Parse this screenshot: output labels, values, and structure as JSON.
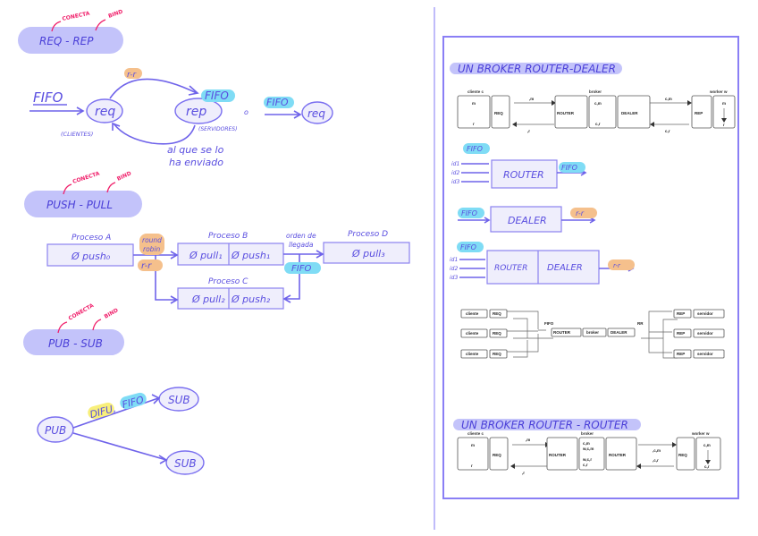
{
  "left": {
    "reqrep": {
      "title": "REQ - REP",
      "annot_connect": "CONECTA",
      "annot_bind": "BIND",
      "fifo_in": "FIFO",
      "req": "req",
      "rep": "rep",
      "req2": "req",
      "rr": "r-r",
      "fifo_rep": "FIFO",
      "fifo_out": "FIFO",
      "or": "o",
      "clientes": "(CLIENTES)",
      "servidores": "(SERVIDORES)",
      "note_line1": "al que se lo",
      "note_line2": "ha enviado"
    },
    "pushpull": {
      "title": "PUSH - PULL",
      "annot_connect": "CONECTA",
      "annot_bind": "BIND",
      "proc_a": "Proceso A",
      "proc_b": "Proceso B",
      "proc_c": "Proceso C",
      "proc_d": "Proceso D",
      "a_push": "Ø push₀",
      "b_pull": "Ø pull₁",
      "b_push": "Ø push₁",
      "c_pull": "Ø pull₂",
      "c_push": "Ø push₂",
      "d_pull": "Ø pull₃",
      "round_robin_1": "round",
      "round_robin_2": "robin",
      "rr": "r-r",
      "orden_1": "orden de",
      "orden_2": "llegada",
      "fifo": "FIFO"
    },
    "pubsub": {
      "title": "PUB - SUB",
      "annot_connect": "CONECTA",
      "annot_bind": "BIND",
      "pub": "PUB",
      "sub1": "SUB",
      "sub2": "SUB",
      "difu": "DIFU,",
      "fifo": "FIFO"
    }
  },
  "right": {
    "router_dealer": {
      "title": "UN BROKER ROUTER-DEALER",
      "cliente": "cliente c",
      "broker": "broker",
      "worker": "worker w",
      "m": "m",
      "r": "r",
      "req": "REQ",
      "router": "ROUTER",
      "dealer": "DEALER",
      "rep": "REP",
      "c_m": "c,m",
      "c_r": "c,r",
      "arrow_m": ",m",
      "arrow_r": ",r"
    },
    "router_sketch": {
      "fifo_in": "FIFO",
      "ids": [
        "id1",
        "id2",
        "id3"
      ],
      "router": "ROUTER",
      "fifo_out": "FIFO"
    },
    "dealer_sketch": {
      "fifo_in": "FIFO",
      "dealer": "DEALER",
      "rr": "r-r"
    },
    "combo_sketch": {
      "fifo_in": "FIFO",
      "ids": [
        "id1",
        "id2",
        "id3"
      ],
      "router": "ROUTER",
      "dealer": "DEALER",
      "rr": "r-r"
    },
    "topology": {
      "clients": [
        "cliente",
        "cliente",
        "cliente"
      ],
      "req": "REQ",
      "fifo": "FIFO",
      "rr": "RR",
      "router": "ROUTER",
      "broker": "broker",
      "dealer": "DEALER",
      "rep": "REP",
      "servers": [
        "servidor",
        "servidor",
        "servidor"
      ]
    },
    "router_router": {
      "title": "UN BROKER ROUTER - ROUTER",
      "cliente": "cliente c",
      "broker": "broker",
      "worker": "worker w",
      "m": "m",
      "r": "r",
      "req": "REQ",
      "router": "ROUTER",
      "router2": "ROUTER",
      "c_m": "c,m",
      "w_c_m": "w,c,m",
      "w_c_r": "w,c,r",
      "c_r": "c,r",
      "arrow_m": ",m",
      "arrow_r": ",r",
      "arrow_cm": ",c,m",
      "arrow_cr": ",c,r"
    }
  }
}
